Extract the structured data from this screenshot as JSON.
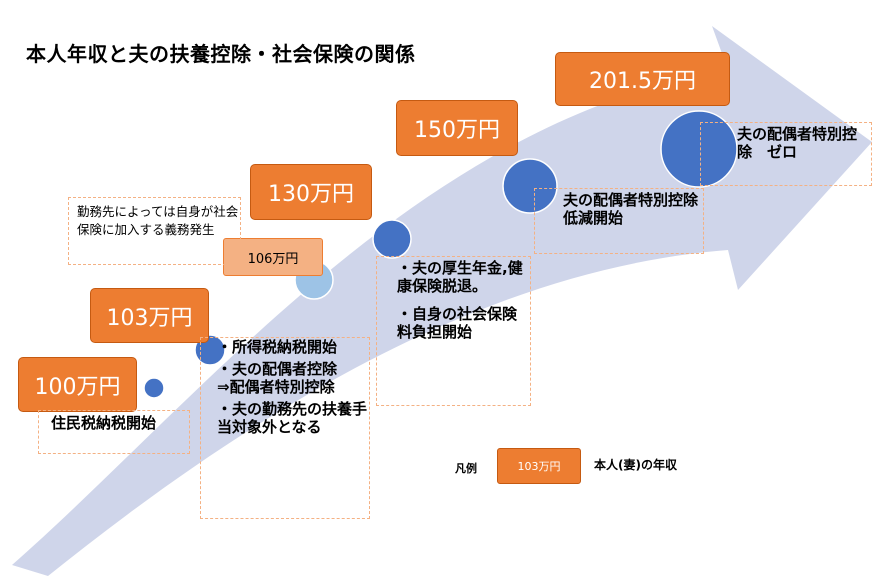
{
  "title": "本人年収と夫の扶養控除・社会保険の関係",
  "milestones": [
    {
      "amount": "100万円",
      "note": "住民税納税開始"
    },
    {
      "amount": "103万円",
      "notes": [
        "・所得税納税開始",
        "・夫の配偶者控除\n⇒配偶者特別控除",
        "・夫の勤務先の扶養手当対象外となる"
      ]
    },
    {
      "amount": "106万円",
      "note": "勤務先によっては自身が社会保険に加入する義務発生"
    },
    {
      "amount": "130万円",
      "notes": [
        "・夫の厚生年金,健康保険脱退。",
        "・自身の社会保険料負担開始"
      ]
    },
    {
      "amount": "150万円",
      "note": "夫の配偶者特別控除　低減開始"
    },
    {
      "amount": "201.5万円",
      "note": "夫の配偶者特別控除　ゼロ"
    }
  ],
  "legend": {
    "label": "凡例",
    "sample": "103万円",
    "description": "本人(妻)の年収"
  },
  "colors": {
    "arrow": "#cfd5ea",
    "pill": "#ed7d31",
    "pill_light": "#f4b183",
    "circle": "#4472c4",
    "circle_light": "#9dc3e6",
    "note_border": "#f4b183"
  }
}
